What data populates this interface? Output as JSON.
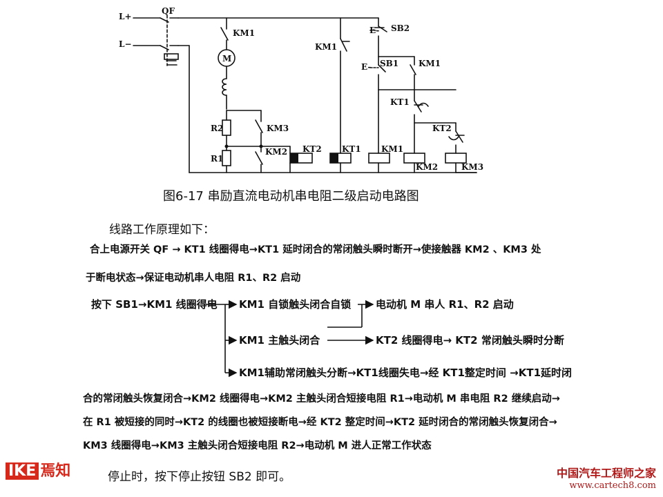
{
  "caption": "图6-17  串励直流电动机串电阻二级启动电路图",
  "labels": {
    "l_plus": "L+",
    "l_minus": "L−",
    "qf": "QF",
    "km1_main": "KM1",
    "motor": "M",
    "r2": "R2",
    "r1": "R1",
    "km3": "KM3",
    "km2": "KM2",
    "kt2": "KT2",
    "kt1": "KT1",
    "km1_contact": "KM1",
    "sb2": "SB2",
    "sb1": "SB1",
    "km1_hold": "KM1",
    "kt1_contact": "KT1",
    "kt2_contact": "KT2",
    "coil_kt1": "KT1",
    "coil_km1": "KM1",
    "coil_km2": "KM2",
    "coil_km3": "KM3",
    "e1": "E-",
    "e2": "E-"
  },
  "text": {
    "heading": "线路工作原理如下：",
    "p1_line1": "合上电源开关 QF → KT1 线圈得电→KT1 延时闭合的常闭触头瞬时断开→使接触器 KM2 、KM3 处",
    "p1_line2": "于断电状态→保证电动机串人电阻 R1、R2 启动",
    "flow_start": "按下 SB1→KM1 线圈得电",
    "flow_b1": "KM1 自锁触头闭合自锁",
    "flow_b1_result": "电动机 M 串人 R1、R2 启动",
    "flow_b2": "KM1 主触头闭合",
    "flow_b2_result": "KT2 线圈得电→ KT2 常闭触头瞬时分断",
    "flow_b3": "KM1辅助常闭触头分断→KT1线圈失电→经 KT1整定时间 →KT1延时闭",
    "cont_line1": "合的常闭触头恢复闭合→KM2 线圈得电→KM2 主触头闭合短接电阻 R1→电动机 M 串电阻 R2 继续启动→",
    "cont_line2": "在 R1 被短接的同时→KT2 的线圈也被短接断电→经 KT2 整定时间→KT2 延时闭合的常闭触头恢复闭合→",
    "cont_line3": "KM3 线圈得电→KM3 主触头闭合短接电阻 R2→电动机 M 进人正常工作状态",
    "stop": "停止时，按下停止按钮 SB2 即可。"
  },
  "watermark": {
    "brand_ike": "IKE",
    "brand_cn": "焉知",
    "site_cn": "中国汽车工程师之家",
    "site_url": "www.cartech8.com"
  },
  "colors": {
    "brand_red": "#d6281b",
    "site_red": "#b01818",
    "ink": "#111111"
  }
}
